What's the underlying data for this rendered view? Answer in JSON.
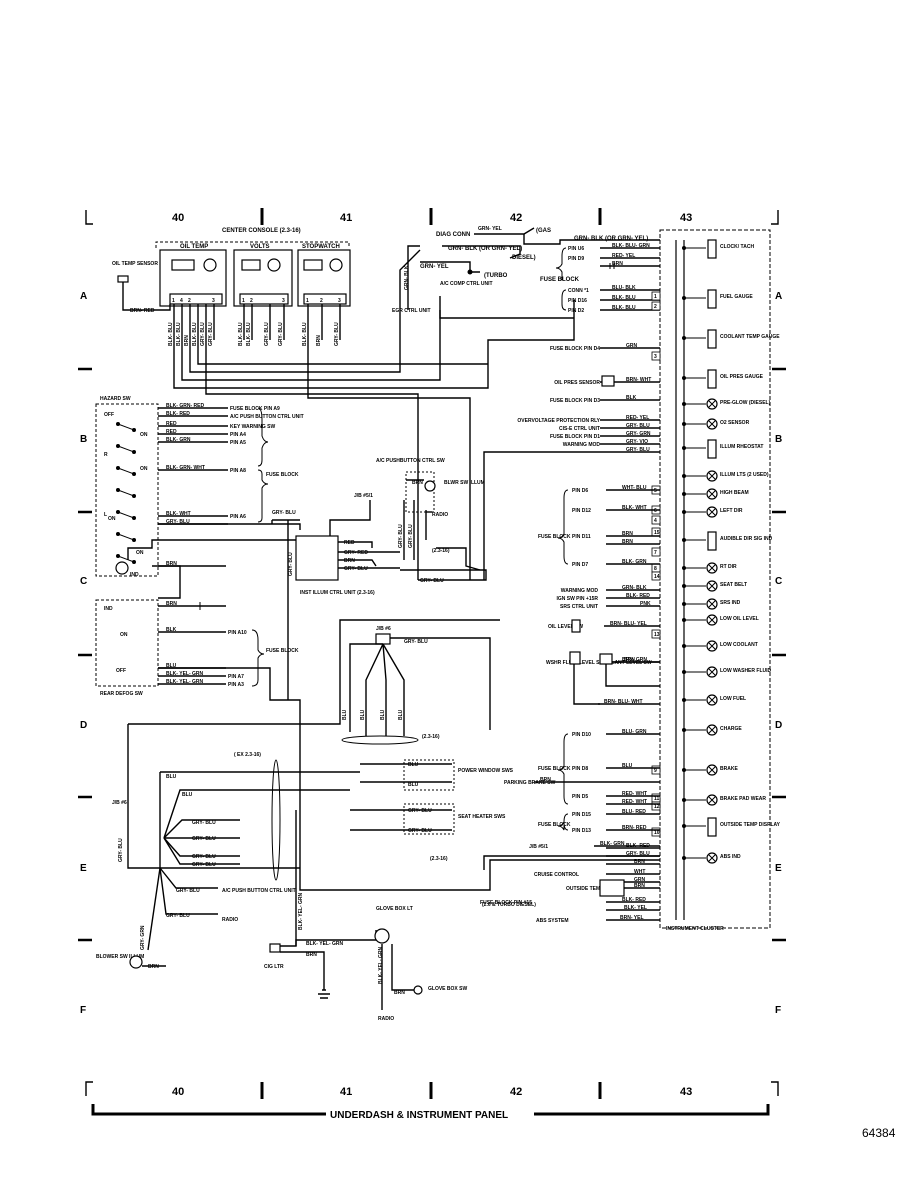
{
  "grid": {
    "columns": [
      "40",
      "41",
      "42",
      "43"
    ],
    "rows": [
      "A",
      "B",
      "C",
      "D",
      "E",
      "F"
    ]
  },
  "footer": {
    "title": "UNDERDASH & INSTRUMENT PANEL",
    "page": "64384"
  },
  "center_console": {
    "title": "CENTER CONSOLE (2.3-16)",
    "gauges": [
      "OIL TEMP",
      "VOLTS",
      "STOPWATCH"
    ],
    "pins": [
      "1",
      "4",
      "2",
      "3",
      "1",
      "2",
      "3",
      "1",
      "2",
      "3"
    ],
    "wires": [
      "BLK- BLU",
      "BLK- BLU",
      "BRN",
      "BLK- BLU",
      "GRY- BLU",
      "GRY- BLU",
      "BLK- BLU",
      "BLK- BLU",
      "GRY- BLU",
      "GRY- BLU",
      "BLK- BLU",
      "BRN",
      "GRY- BLU"
    ]
  },
  "oil_temp_sensor": {
    "label": "OIL TEMP SENSOR",
    "wire": "BRN- RED"
  },
  "egr": {
    "diag_conn": "DIAG CONN",
    "gas": "(GAS",
    "diesel": "DIESEL)",
    "turbo": "(TURBO",
    "ac_comp": "A/C COMP CTRL UNIT",
    "egr_unit": "EGR CTRL UNIT",
    "wires": [
      "GRN- YEL",
      "GRN- BLK (OR GRN- YEL)",
      "GRN- YEL",
      "GRN- BLK"
    ]
  },
  "fuse_block_top": {
    "label": "FUSE BLOCK",
    "rows": [
      {
        "text": "GRN- BLK (OR GRN- YEL)"
      },
      {
        "pin": "PIN U6",
        "wire": "BLK- BLU- GRN"
      },
      {
        "pin": "PIN D9",
        "wire": "RED- YEL"
      },
      {
        "pin": "",
        "wire": "BRN"
      },
      {
        "pin": "CONN *1",
        "wire": "BLU- BLK"
      },
      {
        "pin": "PIN D16",
        "wire": "BLK- BLU"
      },
      {
        "pin": "PIN D2",
        "wire": "BLK- BLU"
      }
    ]
  },
  "middle_rows": [
    {
      "label": "FUSE BLOCK PIN D4",
      "wire": "GRN"
    },
    {
      "label": "OIL PRES SENSOR",
      "wire": "BRN- WHT"
    },
    {
      "label": "FUSE BLOCK PIN D3",
      "wire": "BLK"
    },
    {
      "label": "OVERVOLTAGE PROTECTION RLY",
      "wire": "RED- YEL"
    },
    {
      "label": "CIS-E CTRL UNIT",
      "wire": "GRY- BLU"
    },
    {
      "label": "FUSE BLOCK PIN D1",
      "wire": "GRY- GRN"
    },
    {
      "label": "WARNING MOD",
      "wire": "GRY- VIO"
    },
    {
      "label": "",
      "wire": "GRY- BLU"
    }
  ],
  "hazard_sw": {
    "label": "HAZARD SW",
    "positions": [
      "OFF",
      "ON",
      "R",
      "ON",
      "L",
      "ON",
      "ON",
      "IND"
    ],
    "rows": [
      {
        "wire": "BLK- GRN- RED",
        "dest": "FUSE BLOCK PIN A9"
      },
      {
        "wire": "BLK- RED",
        "dest": "A/C PUSH BUTTON CTRL UNIT"
      },
      {
        "wire": "RED",
        "dest": "KEY WARNING SW"
      },
      {
        "wire": "RED",
        "dest": "PIN A4"
      },
      {
        "wire": "BLK- GRN",
        "dest": "PIN A5"
      },
      {
        "wire": "BLK- GRN- WHT",
        "dest": "PIN A8"
      },
      {
        "wire": "BLK- WHT",
        "dest": "PIN A6"
      },
      {
        "wire": "GRY- BLU",
        "dest": ""
      }
    ],
    "fuse_block": "FUSE BLOCK"
  },
  "rear_defog": {
    "label": "REAR DEFOG SW",
    "positions": [
      "IND",
      "ON",
      "OFF"
    ],
    "rows": [
      {
        "wire": "BRN",
        "dest": ""
      },
      {
        "wire": "BRN",
        "dest": ""
      },
      {
        "wire": "BLK",
        "dest": "PIN A10"
      },
      {
        "wire": "BLU",
        "dest": ""
      },
      {
        "wire": "BLK- YEL- GRN",
        "dest": "PIN A7"
      },
      {
        "wire": "BLK- YEL- GRN",
        "dest": "PIN A3"
      }
    ],
    "fuse_block": "FUSE BLOCK"
  },
  "ac_pushbutton": {
    "label": "A/C PUSHBUTTON CTRL SW",
    "jb": "J/B #5/1",
    "blwr": "BLWR SW ILLUM",
    "radio": "RADIO",
    "ref": "(2.3-16)",
    "wires": [
      "BRN",
      "GRY- BLU",
      "RED",
      "GRY- RED",
      "BRN",
      "GRY- BLU",
      "GRY- BLU",
      "GRY- BLU",
      "GRY- BLU"
    ]
  },
  "inst_illum": {
    "label": "INST ILLUM CTRL UNIT (2.3-16)",
    "ref": "(2.3-16)"
  },
  "jb6": {
    "label": "J/B #6",
    "wires": [
      "GRY- BLU",
      "BLU",
      "BLU",
      "BLU",
      "BLU"
    ],
    "ref": "(2.3-16)",
    "ex": "( EX 2.3-16)"
  },
  "left_lower": {
    "jb": "J/B #6",
    "wires": [
      "BLU",
      "BLU",
      "GRY- BLU",
      "GRY- BLU",
      "GRY- BLU",
      "GRY- BLU",
      "GRY- BLU",
      "GRY- BLU"
    ],
    "ac_push": "A/C PUSH BUTTON CTRL UNIT",
    "radio": "RADIO",
    "blower": "BLOWER SW ILLUM",
    "blower_wire": "BRN",
    "grn": "GRY- GRN",
    "cig": "CIG LTR",
    "cig_wires": [
      "BLK- YEL- GRN",
      "BRN",
      "BLK- YEL- GRN"
    ],
    "glove_lt": "GLOVE BOX LT",
    "glove_sw": "GLOVE BOX SW",
    "glove_wires": [
      "BLK- YEL- GRN",
      "BRN"
    ],
    "radio_bottom": "RADIO"
  },
  "power_window": {
    "label": "POWER WINDOW SWS",
    "seat_heater": "SEAT HEATER SWS",
    "ref": "(2.3-16)",
    "wires": [
      "BLU",
      "BLU",
      "GRY- BLU",
      "GRY- BLU"
    ]
  },
  "right_fuse_groups": [
    {
      "label": "FUSE BLOCK",
      "rows": [
        {
          "pin": "PIN D6",
          "wire": "WHT- BLU"
        },
        {
          "pin": "PIN D12",
          "wire": "BLK- WHT"
        },
        {
          "pin": "PIN D11",
          "wire": "BRN"
        },
        {
          "pin": "",
          "wire": "BRN"
        },
        {
          "pin": "PIN D7",
          "wire": "BLK- GRN"
        }
      ]
    },
    {
      "label": "FUSE BLOCK",
      "rows": [
        {
          "pin": "PIN D10",
          "wire": "BLU- GRN"
        },
        {
          "pin": "PIN D8",
          "wire": "BLU"
        },
        {
          "pin": "PIN D5",
          "wire": "RED- WHT"
        },
        {
          "pin": "",
          "wire": "RED- WHT"
        }
      ]
    },
    {
      "label": "FUSE BLOCK",
      "rows": [
        {
          "pin": "PIN D15",
          "wire": "BLU- RED"
        },
        {
          "pin": "PIN D13",
          "wire": "BRN- RED"
        }
      ]
    }
  ],
  "right_misc": [
    {
      "label": "WARNING MOD",
      "wire": "GRN- BLK"
    },
    {
      "label": "IGN SW PIN +15R",
      "wire": "BLK- RED"
    },
    {
      "label": "SRS CTRL UNIT",
      "wire": "PNK"
    },
    {
      "label": "OIL LEVEL SW",
      "wire": "BRN- BLU- YEL"
    },
    {
      "label": "WSHR FLUID LEVEL SW",
      "wire": "BRN"
    },
    {
      "label": "COOLANT LEVEL SW",
      "wire": "BRN- GRN"
    },
    {
      "label": "",
      "wire": "BRN- BLU- WHT"
    },
    {
      "label": "PARKING BRAKE SW",
      "wire": "BRN"
    },
    {
      "label": "J/B #5/1",
      "wire": "BLK- GRN"
    },
    {
      "label": "",
      "wire": "BLK- RED"
    },
    {
      "label": "",
      "wire": "GRY- BLU"
    },
    {
      "label": "",
      "wire": "BRN"
    },
    {
      "label": "CRUISE CONTROL",
      "wire": "WHT"
    },
    {
      "label": "",
      "wire": "GRN"
    },
    {
      "label": "OUTSIDE TEMP SENS",
      "wire": "BRN"
    },
    {
      "label": "(2.6 & TURBO DIESEL)",
      "wire": ""
    },
    {
      "label": "FUSE BLOCK PIN #15",
      "wire": "BLK- RED"
    },
    {
      "label": "",
      "wire": "BLK- YEL"
    },
    {
      "label": "ABS SYSTEM",
      "wire": "BRN- YEL"
    }
  ],
  "cluster": {
    "label": "INSTRUMENT CLUSTER",
    "items": [
      "CLOCK/ TACH",
      "FUEL GAUGE",
      "COOLANT TEMP GAUGE",
      "OIL PRES GAUGE",
      "PRE-GLOW (DIESEL)",
      "O2 SENSOR",
      "ILLUM RHEOSTAT",
      "ILLUM LTS (2 USED)",
      "HIGH BEAM",
      "LEFT DIR",
      "AUDIBLE DIR SIG IND",
      "RT DIR",
      "SEAT BELT",
      "SRS IND",
      "LOW OIL LEVEL",
      "LOW COOLANT",
      "LOW WASHER FLUID",
      "LOW FUEL",
      "CHARGE",
      "BRAKE",
      "BRAKE PAD WEAR",
      "OUTSIDE TEMP DISPLAY",
      "ABS IND"
    ],
    "pins": [
      "1",
      "2",
      "3",
      "4",
      "5",
      "6",
      "7",
      "8",
      "9",
      "10",
      "11",
      "12",
      "13",
      "14",
      "15"
    ]
  }
}
